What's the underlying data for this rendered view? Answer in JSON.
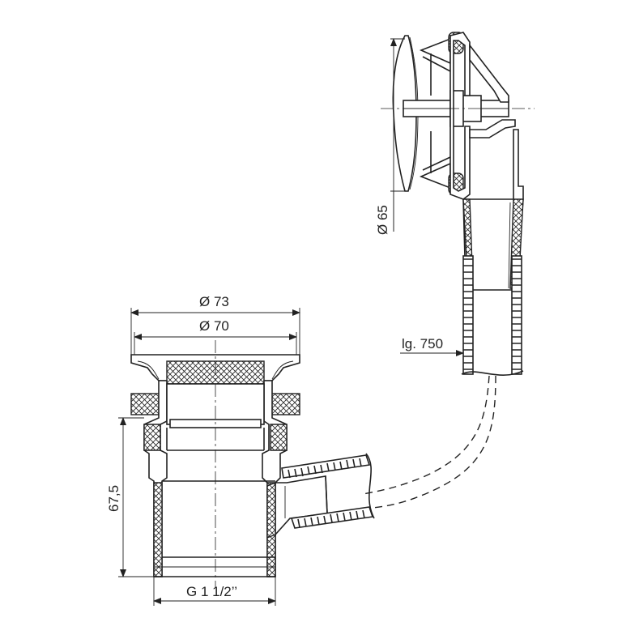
{
  "dimensions": {
    "outer_diameter": "Ø 73",
    "inner_diameter": "Ø 70",
    "height": "67,5",
    "thread": "G 1 1/2’’",
    "cover_diameter": "Ø 65",
    "hose_length": "lg. 750"
  },
  "colors": {
    "line": "#222222",
    "background": "#ffffff"
  }
}
